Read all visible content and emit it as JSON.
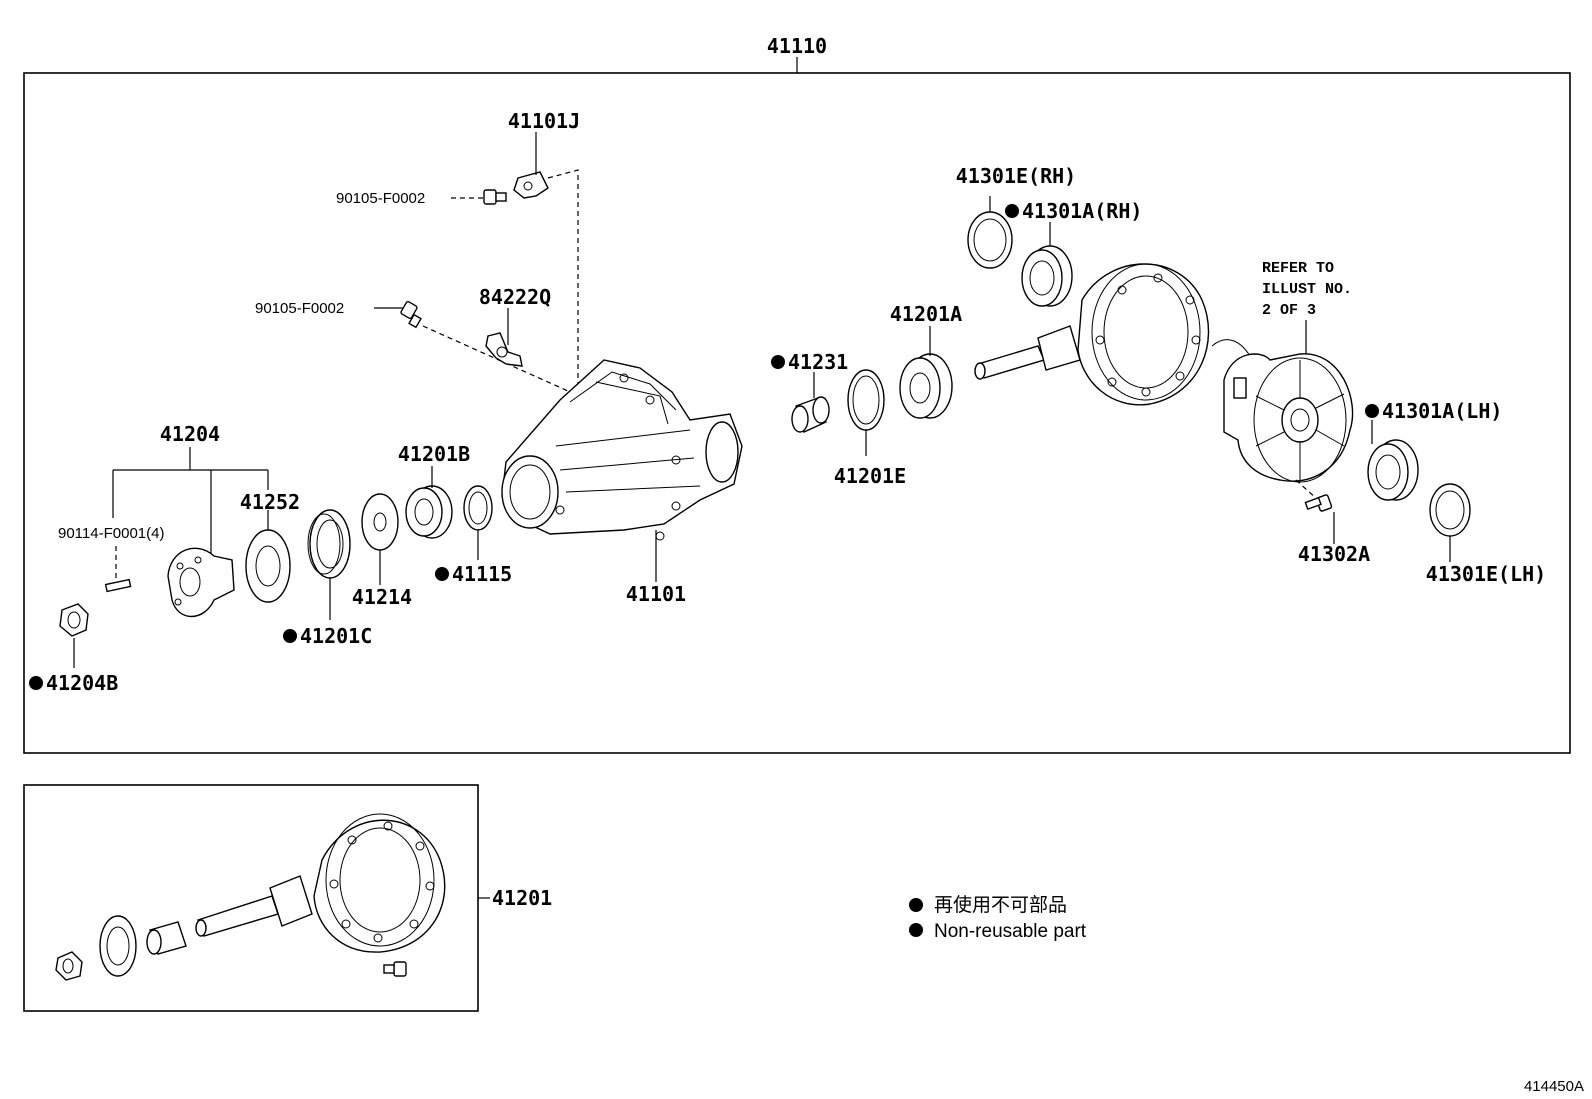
{
  "assembly": {
    "label": "41110"
  },
  "subassembly": {
    "label": "41201"
  },
  "parts": {
    "p41101j": "41101J",
    "p90105_top": "90105-F0002",
    "p90105_mid": "90105-F0002",
    "p84222q": "84222Q",
    "p41204": "41204",
    "p90114": "90114-F0001(4)",
    "p41252": "41252",
    "p41204b": "41204B",
    "p41201c": "41201C",
    "p41214": "41214",
    "p41201b": "41201B",
    "p41115": "41115",
    "p41101": "41101",
    "p41231": "41231",
    "p41201e": "41201E",
    "p41201a": "41201A",
    "p41301e_rh": "41301E(RH)",
    "p41301a_rh": "41301A(RH)",
    "p41301a_lh": "41301A(LH)",
    "p41302a": "41302A",
    "p41301e_lh": "41301E(LH)"
  },
  "reference_note": {
    "line1": "REFER TO",
    "line2": "ILLUST NO.",
    "line3": "2 OF 3"
  },
  "legend": {
    "jp": "再使用不可部品",
    "en": "Non-reusable part"
  },
  "diagram_code": "414450A"
}
